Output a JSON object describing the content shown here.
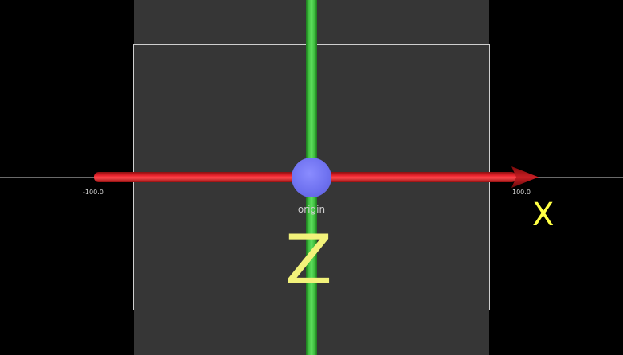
{
  "scene": {
    "axes": {
      "x": {
        "label": "X",
        "min_tick": "-100.0",
        "max_tick": "100.0",
        "color": "#e8232c"
      },
      "z": {
        "label": "Z",
        "color": "#3fbf3f"
      }
    },
    "origin": {
      "label": "origin",
      "color": "#6f72f0"
    },
    "colors": {
      "background": "#000000",
      "floor": "#363636",
      "grid_outline": "#cfcfcf",
      "label_yellow": "#ffff44"
    }
  }
}
